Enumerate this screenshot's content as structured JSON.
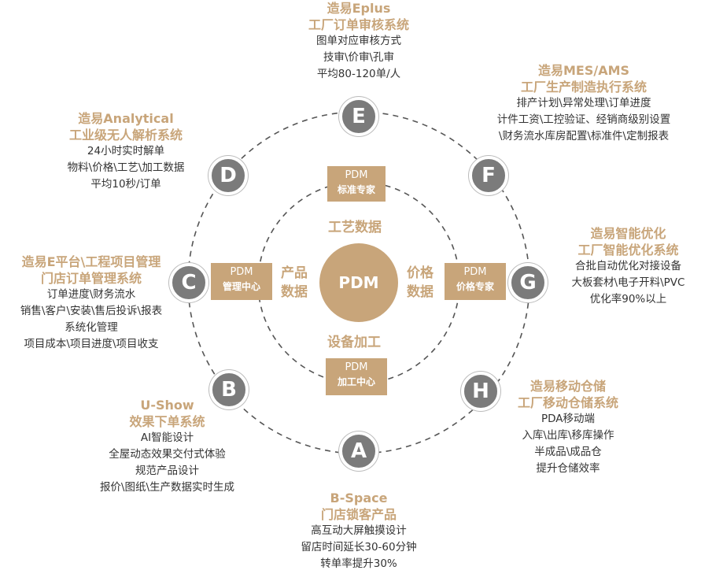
{
  "center": {
    "label": "PDM"
  },
  "inner_labels": {
    "top": "工艺数据",
    "bottom": "设备加工",
    "left_line1": "产品",
    "left_line2": "数据",
    "right_line1": "价格",
    "right_line2": "数据"
  },
  "pdm_boxes": {
    "top": {
      "title": "PDM",
      "subtitle": "标准专家"
    },
    "bottom": {
      "title": "PDM",
      "subtitle": "加工中心"
    },
    "left": {
      "title": "PDM",
      "subtitle": "管理中心"
    },
    "right": {
      "title": "PDM",
      "subtitle": "价格专家"
    }
  },
  "nodes": {
    "A": "A",
    "B": "B",
    "C": "C",
    "D": "D",
    "E": "E",
    "F": "F",
    "G": "G",
    "H": "H"
  },
  "systems": {
    "E": {
      "name": "造易Eplus",
      "subtitle": "工厂订单审核系统",
      "lines": [
        "图单对应审核方式",
        "技审\\价审\\孔审",
        "平均80-120单/人"
      ]
    },
    "F": {
      "name": "造易MES/AMS",
      "subtitle": "工厂生产制造执行系统",
      "lines": [
        "排产计划\\异常处理\\订单进度",
        "计件工资\\工控验证、经销商级别设置",
        "\\财务流水库房配置\\标准件\\定制报表"
      ]
    },
    "D": {
      "name": "造易Analytical",
      "subtitle": "工业级无人解析系统",
      "lines": [
        "24小时实时解单",
        "物料\\价格\\工艺\\加工数据",
        "平均10秒/订单"
      ]
    },
    "C": {
      "name": "造易E平台\\工程项目管理",
      "subtitle": "门店订单管理系统",
      "lines": [
        "订单进度\\财务流水",
        "销售\\客户\\安装\\售后投诉\\报表",
        "系统化管理",
        "项目成本\\项目进度\\项目收支"
      ]
    },
    "G": {
      "name": "造易智能优化",
      "subtitle": "工厂智能优化系统",
      "lines": [
        "合批自动优化对接设备",
        "大板套材\\电子开料\\PVC",
        "优化率90%以上"
      ]
    },
    "B": {
      "name": "U-Show",
      "subtitle": "效果下单系统",
      "lines": [
        "AI智能设计",
        "全屋动态效果交付式体验",
        "规范产品设计",
        "报价\\图纸\\生产数据实时生成"
      ]
    },
    "H": {
      "name": "造易移动仓储",
      "subtitle": "工厂移动仓储系统",
      "lines": [
        "PDA移动端",
        "入库\\出库\\移库操作",
        "半成品\\成品仓",
        "提升仓储效率"
      ]
    },
    "A": {
      "name": "B-Space",
      "subtitle": "门店锁客产品",
      "lines": [
        "高互动大屏触摸设计",
        "留店时间延长30-60分钟",
        "转单率提升30%"
      ]
    }
  },
  "colors": {
    "accent": "#c8a57a",
    "node": "#7b7b7b",
    "text": "#333333"
  }
}
